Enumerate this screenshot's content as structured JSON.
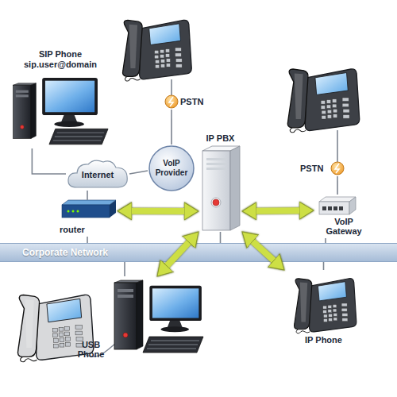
{
  "diagram": {
    "nodes": [
      {
        "text": [
          "SIP Phone",
          "sip.user@domain"
        ]
      },
      {
        "text": [
          "PSTN"
        ]
      },
      {
        "text": [
          "IP PBX"
        ]
      },
      {
        "text": [
          "Internet"
        ]
      },
      {
        "text": [
          "VoIP Provider"
        ]
      },
      {
        "text": [
          "PSTN"
        ]
      },
      {
        "text": [
          "router"
        ]
      },
      {
        "text": [
          "VoIP Gateway"
        ]
      },
      {
        "text": [
          "Corporate Network"
        ]
      },
      {
        "text": [
          "USB Phone"
        ]
      },
      {
        "text": [
          "IP Phone"
        ]
      }
    ],
    "edges": [
      {
        "from": 0,
        "to": 3,
        "arrow": "none"
      },
      {
        "from": 1,
        "to": 4,
        "arrow": "none"
      },
      {
        "from": 3,
        "to": 4,
        "arrow": "none"
      },
      {
        "from": 6,
        "to": 3,
        "arrow": "none"
      },
      {
        "from": 6,
        "to": 2,
        "arrow": "both"
      },
      {
        "from": 2,
        "to": 7,
        "arrow": "both"
      },
      {
        "from": 7,
        "to": 5,
        "arrow": "none"
      },
      {
        "from": 6,
        "to": 8,
        "arrow": "none"
      },
      {
        "from": 2,
        "to": 8,
        "arrow": "none"
      },
      {
        "from": 7,
        "to": 8,
        "arrow": "none"
      },
      {
        "from": 2,
        "to": 9,
        "arrow": "both"
      },
      {
        "from": 2,
        "to": 10,
        "arrow": "both"
      },
      {
        "from": 9,
        "to": 8,
        "arrow": "none"
      },
      {
        "from": 10,
        "to": 8,
        "arrow": "none"
      }
    ]
  }
}
